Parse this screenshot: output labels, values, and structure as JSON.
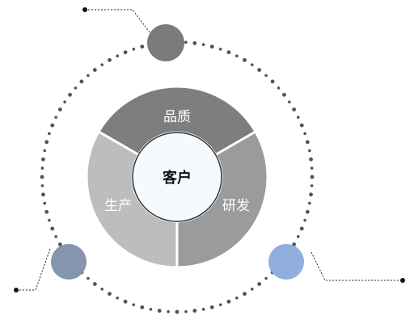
{
  "diagram": {
    "center": {
      "label": "客户",
      "fill": "#f4fafd",
      "stroke": "#2f3136"
    },
    "segments": [
      {
        "key": "quality",
        "label": "品质",
        "fill": "#7e7e7e"
      },
      {
        "key": "rnd",
        "label": "研发",
        "fill": "#9b9b9b"
      },
      {
        "key": "production",
        "label": "生产",
        "fill": "#bdbdbd"
      }
    ],
    "ring": {
      "dot_color": "#4b5467"
    },
    "nodes": [
      {
        "key": "top",
        "fill": "#7b7b7b"
      },
      {
        "key": "bottom-left",
        "fill": "#8495ad"
      },
      {
        "key": "bottom-right",
        "fill": "#90aede"
      }
    ],
    "leader_color": "#222222"
  }
}
